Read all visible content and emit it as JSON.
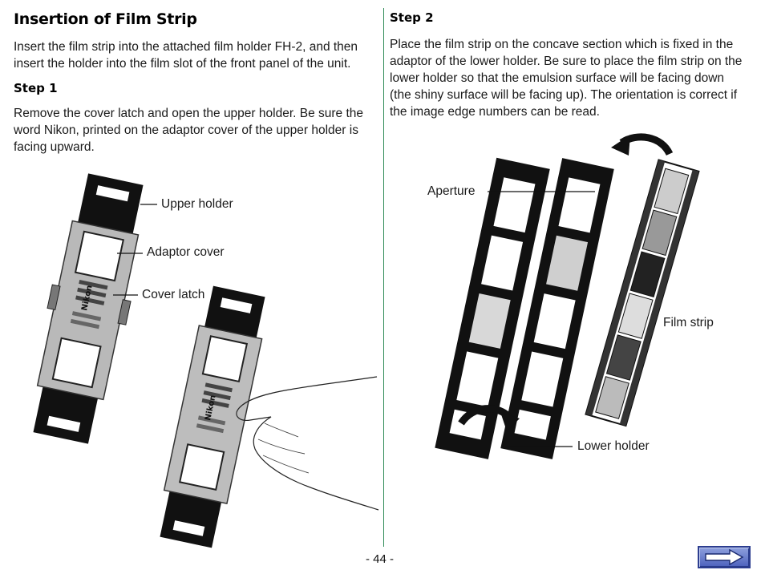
{
  "left": {
    "title": "Insertion of Film Strip",
    "intro": "Insert the film strip into the attached film holder FH-2, and then insert the holder into the film slot of the front panel of the unit.",
    "step1_heading": "Step 1",
    "step1_text": "Remove the cover latch and open the upper holder.  Be sure the word Nikon, printed on the adaptor cover of the upper holder is facing upward."
  },
  "right": {
    "step2_heading": "Step 2",
    "step2_text": "Place the film strip on the concave section which is fixed in the adaptor of the lower holder.  Be sure to place the film strip on the lower holder so that the emulsion surface will be facing down (the shiny surface will be facing up).  The orientation is correct if the image edge numbers can be read."
  },
  "figure1": {
    "upper_holder": "Upper holder",
    "adaptor_cover": "Adaptor cover",
    "cover_latch": "Cover latch",
    "brand": "Nikon"
  },
  "figure2": {
    "aperture": "Aperture",
    "film_strip": "Film strip",
    "lower_holder": "Lower holder"
  },
  "footer": {
    "page_number": "- 44 -",
    "next_icon": "right-arrow-icon"
  },
  "colors": {
    "divider": "#2e8b57",
    "button": "#5a6fc8"
  }
}
